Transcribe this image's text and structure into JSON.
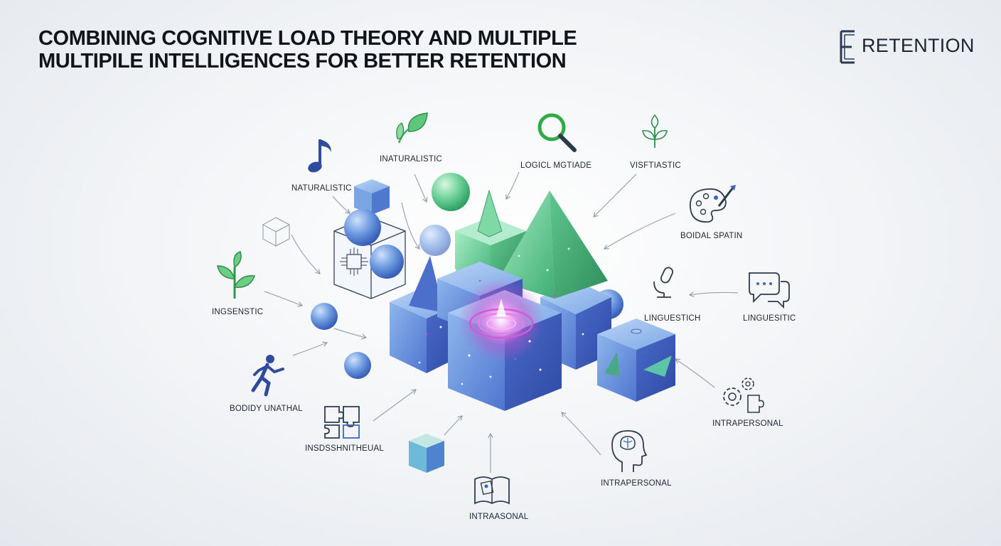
{
  "header": {
    "title_line1": "COMBINING COGNITIVE LOAD THEORY  AND MULTIPLE",
    "title_line2": "MULTIPILE INTELLIGENCES FOR BETTER RETENTION"
  },
  "brand": {
    "mark": "E",
    "text": "RETENTION"
  },
  "labels": {
    "naturalistic_top": "INATURALISTIC",
    "logical": "LOGICL MGTIADE",
    "visual": "VISFTIASTIC",
    "musical": "NATURALISTIC",
    "spatial": "BOIDAL SPATIN",
    "linguistic_inner": "LINGUESTICH",
    "linguistic_outer": "LINGUESITIC",
    "interpersonal_left": "INGSENSTIC",
    "bodily": "BODIDY UNATHAL",
    "intrapersonal_right": "INTRAPERSONAL",
    "interpersonal_bottom": "INSDSSHNITHEUAL",
    "intrapersonal_bottom": "INTRAPERSONAL",
    "intrapersonal_book": "INTRAASONAL"
  },
  "colors": {
    "blue": "#3e63c4",
    "light_blue": "#7fb0e6",
    "green": "#3fb36a",
    "mint": "#8fe0b4",
    "magenta": "#d35ad6",
    "navy": "#2a3a7a",
    "icon_gray": "#3a4a5c"
  }
}
